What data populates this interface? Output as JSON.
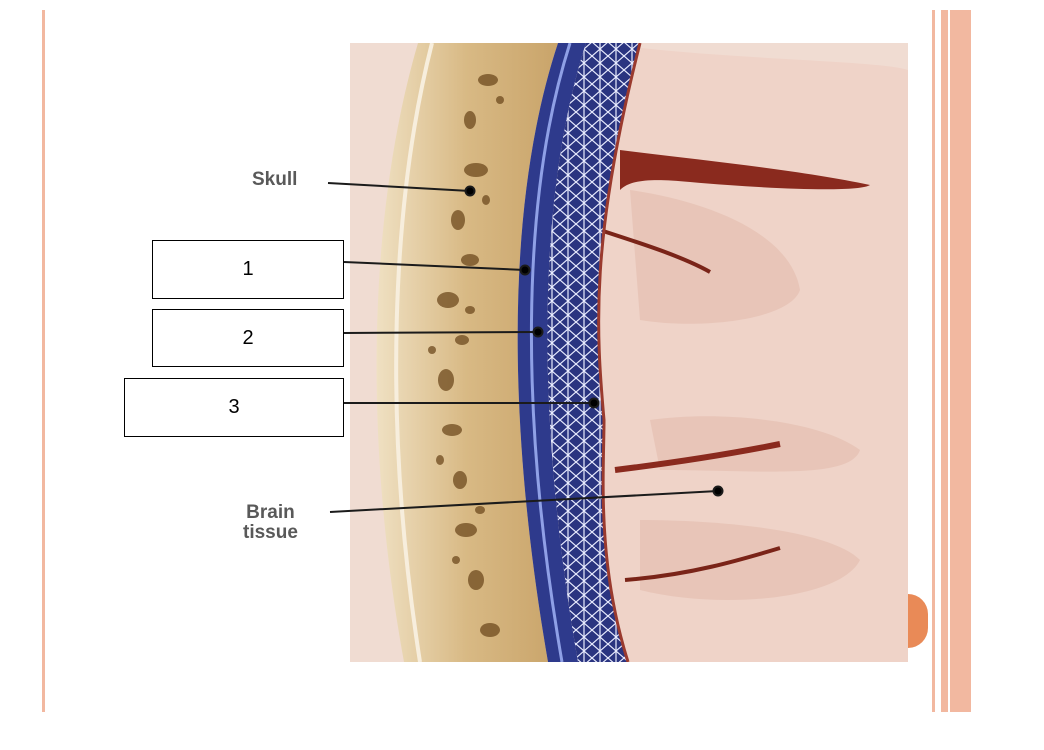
{
  "figure": {
    "labels": {
      "skull": "Skull",
      "brain_line1": "Brain",
      "brain_line2": "tissue"
    },
    "answer_boxes": [
      "1",
      "2",
      "3"
    ]
  },
  "colors": {
    "accent_rule": "#f2b8a0",
    "accent_tab": "#e98a57",
    "skull_bone": "#dcbf8e",
    "dura_blue": "#2e3a8c",
    "arachnoid_navy": "#26307a",
    "brain_pink": "#ecd0c6",
    "sulcus_dark": "#8a2a1e"
  }
}
